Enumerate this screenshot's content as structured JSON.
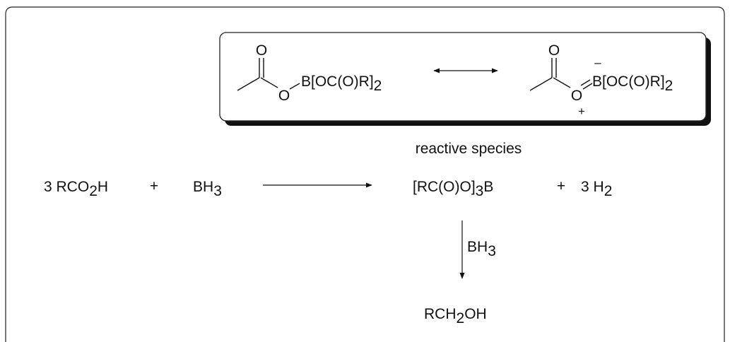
{
  "frame": {
    "stroke": "#222222"
  },
  "resonance_box": {
    "left": {
      "carbonyl_O": "O",
      "ester_O": "O",
      "boron_group": "B[OC(O)R]",
      "boron_group_sub": "2"
    },
    "right": {
      "carbonyl_O": "O",
      "ester_O": "O",
      "boron_group": "B[OC(O)R]",
      "boron_group_sub": "2",
      "minus": "–",
      "plus": "+"
    },
    "caption": "reactive species"
  },
  "reaction": {
    "reactant1_pre": "3 RCO",
    "reactant1_sub": "2",
    "reactant1_post": "H",
    "plus1": "+",
    "reactant2_pre": "BH",
    "reactant2_sub": "3",
    "product1_pre": "[RC(O)O]",
    "product1_sub": "3",
    "product1_post": "B",
    "plus2": "+",
    "product2_pre": "3 H",
    "product2_sub": "2"
  },
  "second_step": {
    "reagent_pre": "BH",
    "reagent_sub": "3",
    "product_pre": "RCH",
    "product_sub": "2",
    "product_post": "OH"
  }
}
